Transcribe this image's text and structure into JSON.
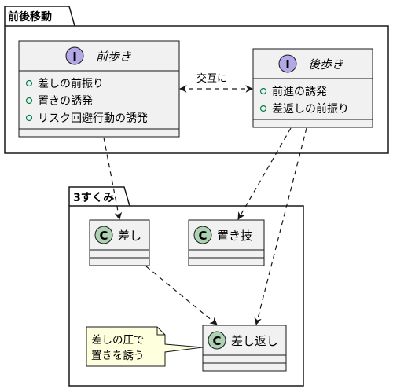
{
  "packages": [
    {
      "id": "pkg1",
      "name": "前後移動"
    },
    {
      "id": "pkg2",
      "name": "3すくみ"
    }
  ],
  "classes": [
    {
      "id": "maeaki",
      "kind": "I",
      "name": "前歩き",
      "italic": true,
      "members": [
        "差しの前振り",
        "置きの誘発",
        "リスク回避行動の誘発"
      ]
    },
    {
      "id": "ushiroaki",
      "kind": "I",
      "name": "後歩き",
      "italic": true,
      "members": [
        "前進の誘発",
        "差返しの前振り"
      ]
    },
    {
      "id": "sashi",
      "kind": "C",
      "name": "差し",
      "italic": false,
      "members": []
    },
    {
      "id": "okiwaza",
      "kind": "C",
      "name": "置き技",
      "italic": false,
      "members": []
    },
    {
      "id": "sashikaeshi",
      "kind": "C",
      "name": "差し返し",
      "italic": false,
      "members": []
    }
  ],
  "relations": [
    {
      "from": "maeaki",
      "to": "ushiroaki",
      "label": "交互に",
      "style": "dashed",
      "arrows": "both"
    },
    {
      "from": "maeaki",
      "to": "sashi",
      "label": "",
      "style": "dashed",
      "arrows": "end"
    },
    {
      "from": "ushiroaki",
      "to": "okiwaza",
      "label": "",
      "style": "dashed",
      "arrows": "end"
    },
    {
      "from": "ushiroaki",
      "to": "sashikaeshi",
      "label": "",
      "style": "dashed",
      "arrows": "end"
    },
    {
      "from": "sashi",
      "to": "sashikaeshi",
      "label": "",
      "style": "dashed",
      "arrows": "end"
    }
  ],
  "note": {
    "target": "sashikaeshi",
    "lines": [
      "差しの圧で",
      "置きを誘う"
    ]
  },
  "colors": {
    "class_fill": "#F1F1F1",
    "class_border": "#181818",
    "interface_badge": "#B4A7E5",
    "class_badge": "#ADD1B2",
    "note_fill": "#FEFFDD",
    "note_border": "#181818",
    "member_dot": "#038048",
    "text": "#000000"
  }
}
